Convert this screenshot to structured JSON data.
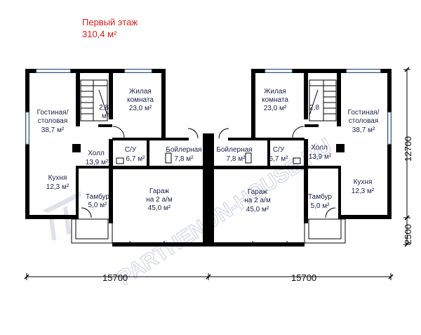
{
  "header": {
    "floor_title": "Первый этаж",
    "floor_area": "310,4 м²"
  },
  "left_unit": {
    "living_room": {
      "name": "Жилая",
      "name2": "комната",
      "area": "23,0 м²"
    },
    "stairs": {
      "area_a": "2,8",
      "area_b": "м²"
    },
    "lounge": {
      "name": "Гостиная/",
      "name2": "столовая",
      "area": "38,7 м²"
    },
    "hall": {
      "name": "Холл",
      "area": "13,9 м²"
    },
    "bathroom": {
      "name": "С/У",
      "area": "6,7 м²"
    },
    "boiler": {
      "name": "Бойлерная",
      "area": "7,8 м²"
    },
    "kitchen": {
      "name": "Кухня",
      "area": "12,3 м²"
    },
    "vestibule": {
      "name": "Тамбур",
      "area": "5,0 м²"
    },
    "garage": {
      "name": "Гараж",
      "name2": "на 2 а/м",
      "area": "45,0 м²"
    }
  },
  "right_unit": {
    "living_room": {
      "name": "Жилая",
      "name2": "комната",
      "area": "23,0 м²"
    },
    "stairs": {
      "area_a": "2,8"
    },
    "lounge": {
      "name": "Гостиная/",
      "name2": "столовая",
      "area": "38,7 м²"
    },
    "hall": {
      "name": "Холл",
      "area": "13,9 м²"
    },
    "bathroom": {
      "name": "С/У",
      "area": "6,7 м²"
    },
    "boiler": {
      "name": "Бойлерная",
      "area": "7,8 м²"
    },
    "kitchen": {
      "name": "Кухня",
      "area": "12,3 м²"
    },
    "vestibule": {
      "name": "Тамбур",
      "area": "5,0 м²"
    },
    "garage": {
      "name": "Гараж",
      "name2": "на 2 а/м",
      "area": "45,0 м²"
    }
  },
  "dimensions": {
    "left_width": "15700",
    "right_width": "15700",
    "depth": "12700",
    "porch": "2500"
  },
  "watermark": {
    "logo": "PARTHENON-HOUSE.RU"
  },
  "colors": {
    "title": "#e3171b",
    "walls": "#000000",
    "window": "#7fa8d8",
    "labels": "#1b1f4a"
  }
}
